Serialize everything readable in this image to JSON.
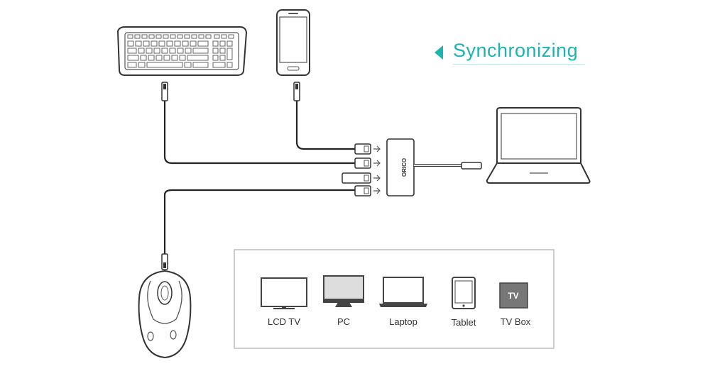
{
  "title": "Synchronizing",
  "hub_brand": "ORICO",
  "compatible_devices": [
    {
      "label": "LCD TV",
      "icon": "tv-icon"
    },
    {
      "label": "PC",
      "icon": "monitor-icon"
    },
    {
      "label": "Laptop",
      "icon": "laptop-icon"
    },
    {
      "label": "Tablet",
      "icon": "tablet-icon"
    },
    {
      "label": "TV Box",
      "icon": "tv-box-icon"
    }
  ],
  "tv_box_badge": "TV",
  "colors": {
    "accent": "#1fb3ad",
    "line": "#222222",
    "outline": "#555555"
  }
}
